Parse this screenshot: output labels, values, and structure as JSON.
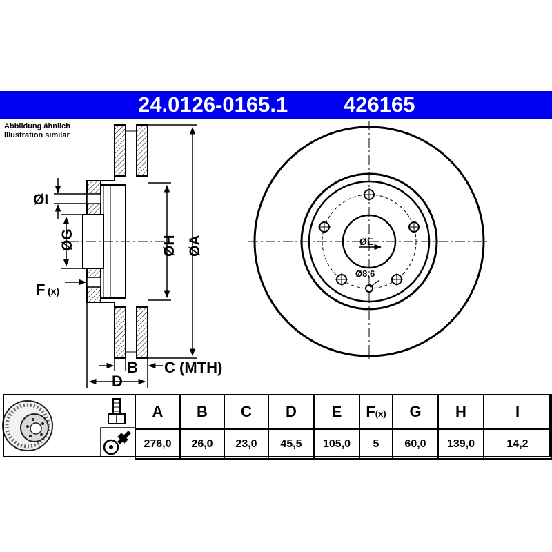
{
  "header": {
    "part_number": "24.0126-0165.1",
    "ref_number": "426165",
    "bg_color": "#0000f0"
  },
  "note": {
    "line1": "Abbildung ähnlich",
    "line2": "Illustration similar"
  },
  "drawing_labels": {
    "dim_i": "ØI",
    "dim_g": "ØG",
    "dim_h": "ØH",
    "dim_a": "ØA",
    "dim_f": "F",
    "dim_f_sub": "(x)",
    "dim_b": "B",
    "dim_c": "C (MTH)",
    "dim_d": "D",
    "dim_e": "ØE",
    "bolt_hole": "Ø8,6"
  },
  "table": {
    "headers": [
      "A",
      "B",
      "C",
      "D",
      "E",
      "F",
      "G",
      "H",
      "I"
    ],
    "f_sub": "(x)",
    "values": [
      "276,0",
      "26,0",
      "23,0",
      "45,5",
      "105,0",
      "5",
      "60,0",
      "139,0",
      "14,2"
    ]
  },
  "icons": [
    "brake-disc-photo-icon",
    "wheel-bolt-icon",
    "tightening-torque-icon"
  ]
}
